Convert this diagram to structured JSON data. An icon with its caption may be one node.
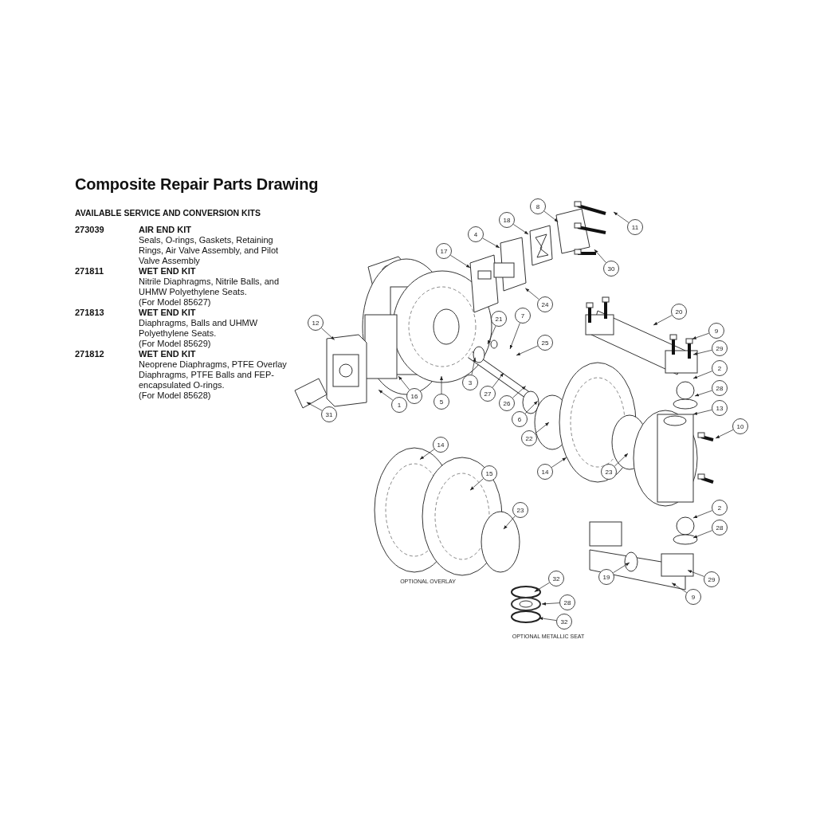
{
  "diagram": {
    "title": "Composite Repair Parts Drawing",
    "nodes": [
      {
        "text": [
          "8"
        ]
      },
      {
        "text": [
          "18"
        ]
      },
      {
        "text": [
          "11"
        ]
      },
      {
        "text": [
          "4"
        ]
      },
      {
        "text": [
          "17"
        ]
      },
      {
        "text": [
          "30"
        ]
      },
      {
        "text": [
          "24"
        ]
      },
      {
        "text": [
          "20"
        ]
      },
      {
        "text": [
          "9"
        ]
      },
      {
        "text": [
          "12"
        ]
      },
      {
        "text": [
          "21"
        ]
      },
      {
        "text": [
          "7"
        ]
      },
      {
        "text": [
          "29"
        ]
      },
      {
        "text": [
          "25"
        ]
      },
      {
        "text": [
          "2"
        ]
      },
      {
        "text": [
          "28"
        ]
      },
      {
        "text": [
          "13"
        ]
      },
      {
        "text": [
          "10"
        ]
      },
      {
        "text": [
          "3"
        ]
      },
      {
        "text": [
          "27"
        ]
      },
      {
        "text": [
          "16"
        ]
      },
      {
        "text": [
          "5"
        ]
      },
      {
        "text": [
          "1"
        ]
      },
      {
        "text": [
          "26"
        ]
      },
      {
        "text": [
          "31"
        ]
      },
      {
        "text": [
          "6"
        ]
      },
      {
        "text": [
          "22"
        ]
      },
      {
        "text": [
          "14"
        ]
      },
      {
        "text": [
          "15"
        ]
      },
      {
        "text": [
          "14"
        ]
      },
      {
        "text": [
          "23"
        ]
      },
      {
        "text": [
          "23"
        ]
      },
      {
        "text": [
          "2"
        ]
      },
      {
        "text": [
          "28"
        ]
      },
      {
        "text": [
          "19"
        ]
      },
      {
        "text": [
          "29"
        ]
      },
      {
        "text": [
          "9"
        ]
      },
      {
        "text": [
          "32"
        ]
      },
      {
        "text": [
          "28"
        ]
      },
      {
        "text": [
          "32"
        ]
      }
    ],
    "edges": [
      {
        "from": 0,
        "to": null,
        "arrow": "to"
      },
      {
        "from": 1,
        "to": null,
        "arrow": "to"
      },
      {
        "from": 2,
        "to": null,
        "arrow": "to"
      },
      {
        "from": 3,
        "to": null,
        "arrow": "to"
      },
      {
        "from": 4,
        "to": null,
        "arrow": "to"
      },
      {
        "from": 5,
        "to": null,
        "arrow": "to"
      },
      {
        "from": 6,
        "to": null,
        "arrow": "to"
      },
      {
        "from": 7,
        "to": null,
        "arrow": "to"
      },
      {
        "from": 8,
        "to": null,
        "arrow": "to"
      },
      {
        "from": 9,
        "to": null,
        "arrow": "to"
      },
      {
        "from": 10,
        "to": null,
        "arrow": "to"
      },
      {
        "from": 11,
        "to": null,
        "arrow": "to"
      },
      {
        "from": 12,
        "to": null,
        "arrow": "to"
      },
      {
        "from": 13,
        "to": null,
        "arrow": "to"
      },
      {
        "from": 14,
        "to": null,
        "arrow": "to"
      },
      {
        "from": 15,
        "to": null,
        "arrow": "to"
      },
      {
        "from": 16,
        "to": null,
        "arrow": "to"
      },
      {
        "from": 17,
        "to": null,
        "arrow": "to"
      },
      {
        "from": 18,
        "to": null,
        "arrow": "to"
      },
      {
        "from": 19,
        "to": null,
        "arrow": "to"
      },
      {
        "from": 20,
        "to": null,
        "arrow": "to"
      },
      {
        "from": 21,
        "to": null,
        "arrow": "to"
      },
      {
        "from": 22,
        "to": null,
        "arrow": "to"
      },
      {
        "from": 23,
        "to": null,
        "arrow": "to"
      },
      {
        "from": 24,
        "to": null,
        "arrow": "to"
      },
      {
        "from": 25,
        "to": null,
        "arrow": "to"
      },
      {
        "from": 26,
        "to": null,
        "arrow": "to"
      },
      {
        "from": 27,
        "to": null,
        "arrow": "to"
      },
      {
        "from": 28,
        "to": null,
        "arrow": "to"
      },
      {
        "from": 29,
        "to": null,
        "arrow": "to"
      },
      {
        "from": 30,
        "to": null,
        "arrow": "to"
      },
      {
        "from": 31,
        "to": null,
        "arrow": "to"
      },
      {
        "from": 32,
        "to": null,
        "arrow": "to"
      },
      {
        "from": 33,
        "to": null,
        "arrow": "to"
      },
      {
        "from": 34,
        "to": null,
        "arrow": "to"
      },
      {
        "from": 35,
        "to": null,
        "arrow": "to"
      },
      {
        "from": 36,
        "to": null,
        "arrow": "to"
      },
      {
        "from": 37,
        "to": null,
        "arrow": "to"
      },
      {
        "from": 38,
        "to": null,
        "arrow": "to"
      },
      {
        "from": 39,
        "to": null,
        "arrow": "to"
      }
    ],
    "labels": [
      "AVAILABLE SERVICE AND CONVERSION KITS",
      "273039",
      "AIR END KIT",
      "Seals, O-rings, Gaskets, Retaining Rings, Air Valve Assembly, and Pilot Valve Assembly",
      "271811",
      "WET END KIT",
      "Nitrile Diaphragms, Nitrile Balls, and UHMW Polyethylene Seats.",
      "(For Model 85627)",
      "271813",
      "WET END KIT",
      "Diaphragms, Balls and UHMW Polyethylene Seats.",
      "(For Model 85629)",
      "271812",
      "WET END KIT",
      "Neoprene Diaphragms, PTFE Overlay Diaphragms, PTFE Balls and FEP-encapsulated O-rings.",
      "(For Model 85628)",
      "OPTIONAL OVERLAY",
      "OPTIONAL METALLIC SEAT"
    ]
  }
}
